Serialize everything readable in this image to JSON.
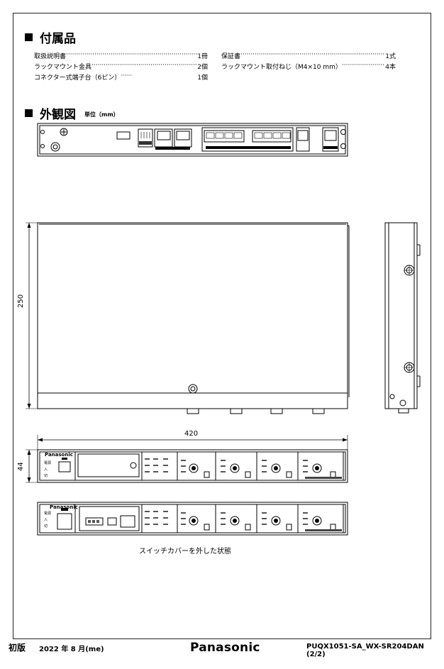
{
  "accessories": {
    "heading": "付属品",
    "left": [
      {
        "name": "取扱説明書",
        "qty": "1冊"
      },
      {
        "name": "ラックマウント金具",
        "qty": "2個"
      },
      {
        "name": "コネクター式端子台（6ピン）",
        "qty": "1個"
      }
    ],
    "right": [
      {
        "name": "保証書",
        "qty": "1式"
      },
      {
        "name": "ラックマウント取付ねじ（M4×10 mm）",
        "qty": "4本"
      }
    ]
  },
  "exterior": {
    "heading": "外観図",
    "unit": "単位（mm）"
  },
  "dimensions": {
    "depth": "250",
    "width": "420",
    "height": "44"
  },
  "front_panel": {
    "brand": "Panasonic",
    "power_labels": [
      "電源",
      "入",
      "切"
    ]
  },
  "caption": "スイッチカバーを外した状態",
  "footer": {
    "edition": "初版",
    "date": "2022 年 8 月(me)",
    "brand": "Panasonic",
    "doc_code": "PUQX1051-SA_WX-SR204DAN (2/2)"
  }
}
